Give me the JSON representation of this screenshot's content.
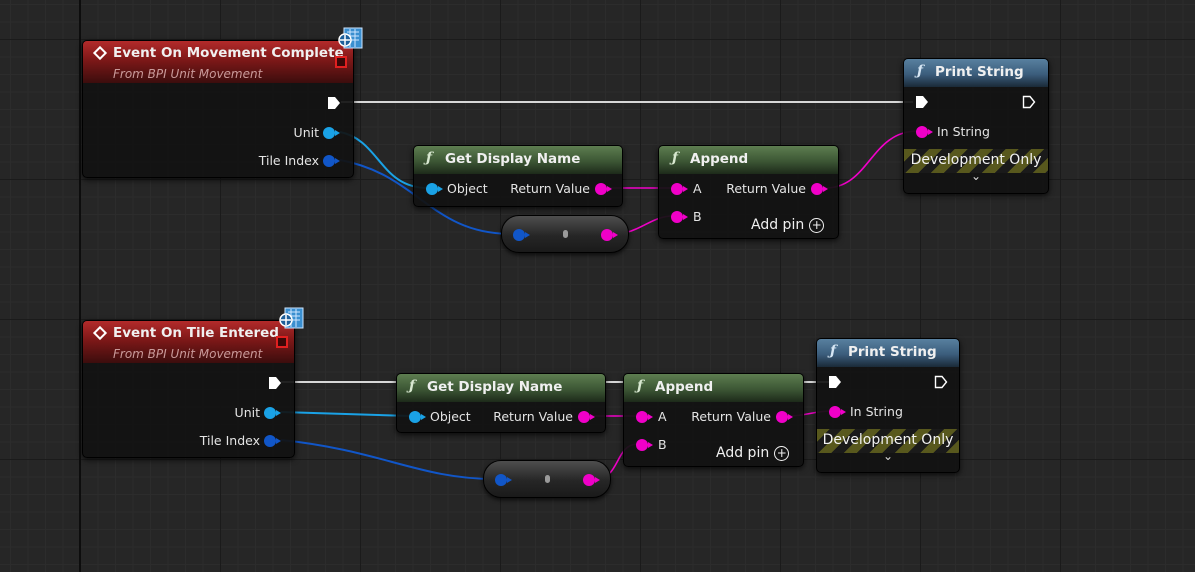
{
  "colors": {
    "exec": "#ffffff",
    "object": "#1aa2e6",
    "integer": "#1156c8",
    "string": "#f000c8",
    "event_header": "#b32b2b",
    "function_header": "#3c5634",
    "print_header": "#3b5d7c"
  },
  "graph_1": {
    "event": {
      "title": "Event On Movement Complete",
      "subtitle": "From BPI Unit Movement",
      "icon": "replicated-interface-icon",
      "pins": {
        "unit": "Unit",
        "tile_index": "Tile Index"
      }
    },
    "get_display_name": {
      "title": "Get Display Name",
      "glyph": "ƒ",
      "pins": {
        "object": "Object",
        "return_value": "Return Value"
      }
    },
    "append": {
      "title": "Append",
      "glyph": "ƒ",
      "pins": {
        "a": "A",
        "b": "B",
        "return_value": "Return Value"
      },
      "add_pin": "Add pin"
    },
    "print_string": {
      "title": "Print String",
      "glyph": "ƒ",
      "pins": {
        "in_string": "In String"
      },
      "dev_only": "Development Only",
      "expand": "⌄"
    }
  },
  "graph_2": {
    "event": {
      "title": "Event On Tile Entered",
      "subtitle": "From BPI Unit Movement",
      "icon": "replicated-interface-icon",
      "pins": {
        "unit": "Unit",
        "tile_index": "Tile Index"
      }
    },
    "get_display_name": {
      "title": "Get Display Name",
      "glyph": "ƒ",
      "pins": {
        "object": "Object",
        "return_value": "Return Value"
      }
    },
    "append": {
      "title": "Append",
      "glyph": "ƒ",
      "pins": {
        "a": "A",
        "b": "B",
        "return_value": "Return Value"
      },
      "add_pin": "Add pin"
    },
    "print_string": {
      "title": "Print String",
      "glyph": "ƒ",
      "pins": {
        "in_string": "In String"
      },
      "dev_only": "Development Only",
      "expand": "⌄"
    }
  }
}
